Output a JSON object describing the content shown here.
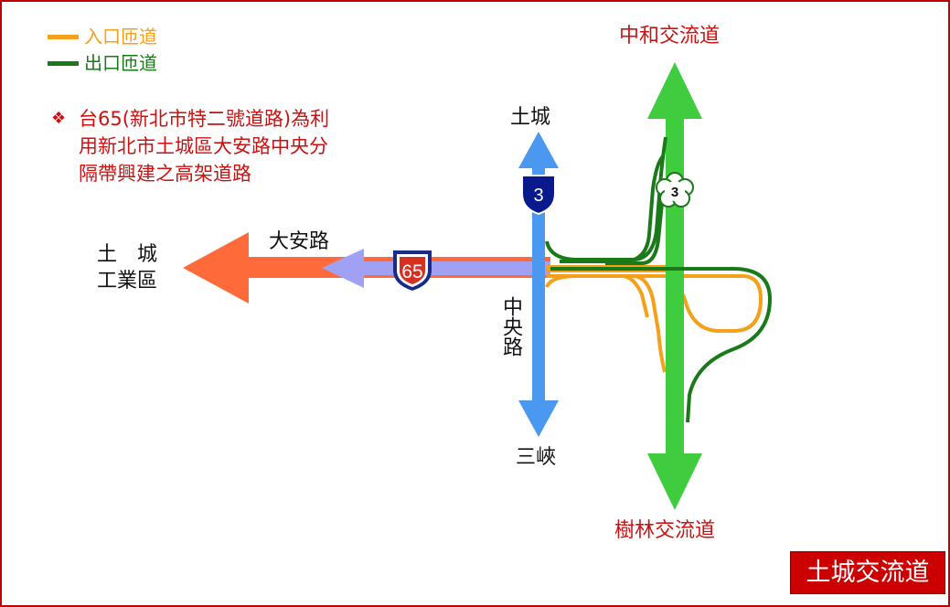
{
  "legend": {
    "entry_ramp": {
      "label": "入口匝道",
      "color": "#f5a01a"
    },
    "exit_ramp": {
      "label": "出口匝道",
      "color": "#1a7a1a"
    }
  },
  "note": {
    "bullet": "❖",
    "lines": [
      "台65(新北市特二號道路)為利",
      "用新北市土城區大安路中央分",
      "隔帶興建之高架道路"
    ]
  },
  "destinations": {
    "zhonghe": "中和交流道",
    "shulin": "樹林交流道",
    "tucheng_north": "土城",
    "sanxia": "三峽",
    "industrial_line1": "土　城",
    "industrial_line2": "工業區"
  },
  "roads": {
    "daan": "大安路",
    "zhongyang": "中央路"
  },
  "shields": {
    "provincial_3": "3",
    "provincial_65": "65",
    "national_3": "3"
  },
  "colors": {
    "freeway": "#3fcc3f",
    "provincial_3": "#4a98f0",
    "expressway_65": "#9f9ff5",
    "daan_arrow": "#ff6a3a",
    "entry_ramp": "#f5a01a",
    "exit_ramp": "#1a7a1a",
    "accent_red": "#cc0000"
  },
  "title": "土城交流道"
}
